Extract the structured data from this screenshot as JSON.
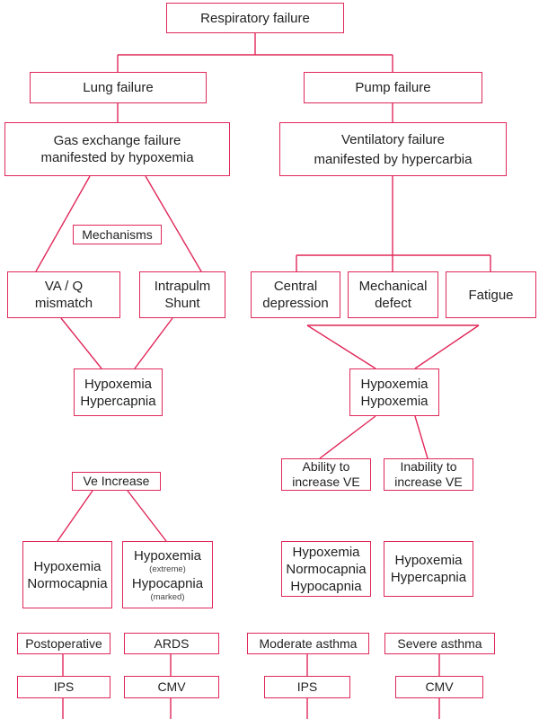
{
  "diagram": {
    "root": "Respiratory failure",
    "lung_failure": "Lung failure",
    "pump_failure": "Pump failure",
    "gas_exchange": {
      "line1": "Gas exchange failure",
      "line2": "manifested by hypoxemia"
    },
    "ventilatory": {
      "line1": "Ventilatory failure",
      "line2": "manifested by hypercarbia"
    },
    "mechanisms": "Mechanisms",
    "vaq": {
      "line1": "VA / Q",
      "line2": "mismatch"
    },
    "shunt": {
      "line1": "Intrapulm",
      "line2": "Shunt"
    },
    "central": {
      "line1": "Central",
      "line2": "depression"
    },
    "mechanical": {
      "line1": "Mechanical",
      "line2": "defect"
    },
    "fatigue": "Fatigue",
    "left_result": {
      "line1": "Hypoxemia",
      "line2": "Hypercapnia"
    },
    "right_result": {
      "line1": "Hypoxemia",
      "line2": "Hypoxemia"
    },
    "ve_increase": "Ve Increase",
    "ability": {
      "line1": "Ability to",
      "line2": "increase VE"
    },
    "inability": {
      "line1": "Inability to",
      "line2": "increase VE"
    },
    "hyp_normo": {
      "line1": "Hypoxemia",
      "line2": "Normocapnia"
    },
    "hyp_extreme": {
      "line1": "Hypoxemia",
      "note1": "(extreme)",
      "line2": "Hypocapnia",
      "note2": "(marked)"
    },
    "hyp_normo_hypo": {
      "line1": "Hypoxemia",
      "line2": "Normocapnia",
      "line3": "Hypocapnia"
    },
    "hyp_hyper": {
      "line1": "Hypoxemia",
      "line2": "Hypercapnia"
    },
    "postoperative": "Postoperative",
    "ards": "ARDS",
    "moderate_asthma": "Moderate asthma",
    "severe_asthma": "Severe asthma",
    "ips_left": "IPS",
    "cmv_left": "CMV",
    "ips_right": "IPS",
    "cmv_right": "CMV"
  }
}
